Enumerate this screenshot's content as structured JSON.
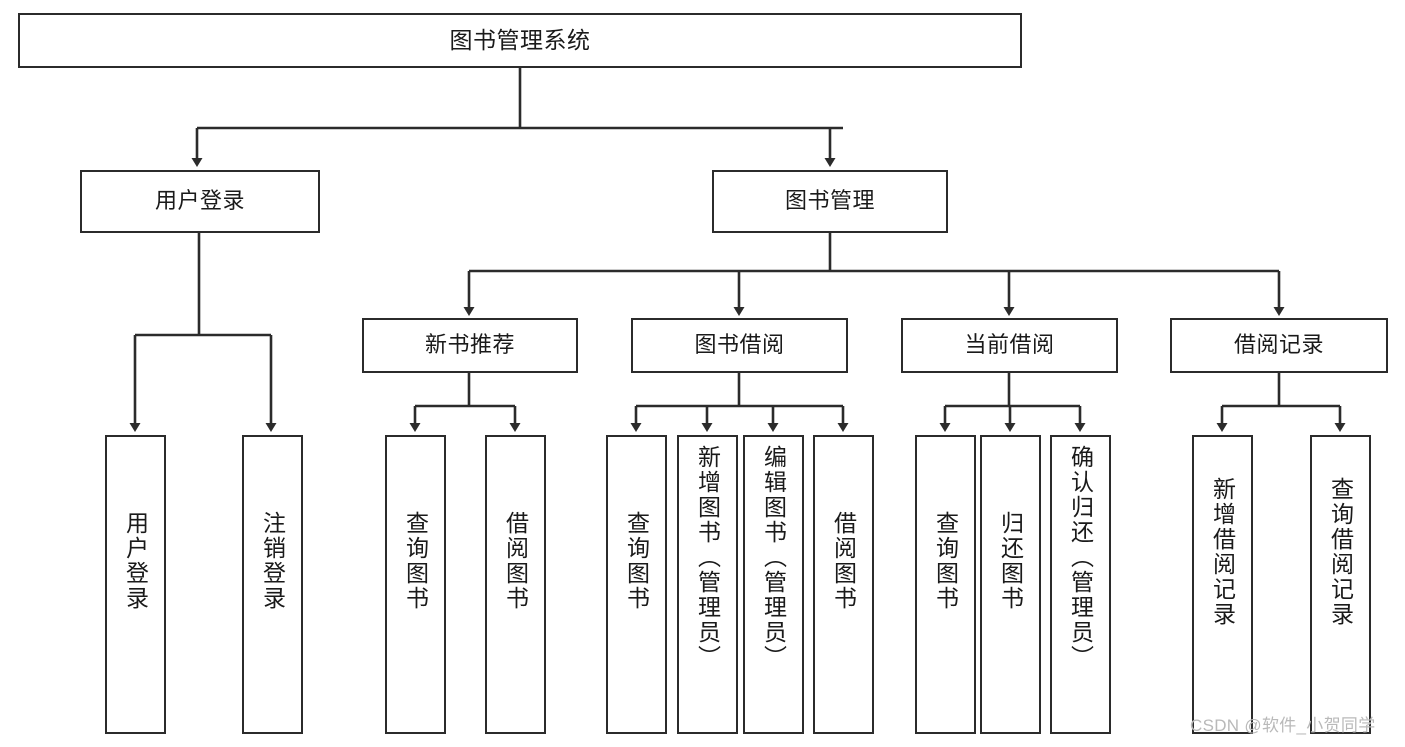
{
  "diagram": {
    "title": "图书管理系统",
    "type": "tree-hierarchy-diagram",
    "colors": {
      "stroke": "#2b2b2b",
      "fill": "#ffffff",
      "text": "#1a1a1a",
      "watermark": "#b9b9b9"
    },
    "root": {
      "label": "图书管理系统"
    },
    "level1": [
      {
        "label": "用户登录"
      },
      {
        "label": "图书管理"
      }
    ],
    "level2": [
      {
        "label": "新书推荐"
      },
      {
        "label": "图书借阅"
      },
      {
        "label": "当前借阅"
      },
      {
        "label": "借阅记录"
      }
    ],
    "leaves": {
      "user_login": [
        {
          "label": "用户登录"
        },
        {
          "label": "注销登录"
        }
      ],
      "new_book_recommend": [
        {
          "label": "查询图书"
        },
        {
          "label": "借阅图书"
        }
      ],
      "book_borrow": [
        {
          "label": "查询图书"
        },
        {
          "label": "新增图书（管理员）"
        },
        {
          "label": "编辑图书（管理员）"
        },
        {
          "label": "借阅图书"
        }
      ],
      "current_borrow": [
        {
          "label": "查询图书"
        },
        {
          "label": "归还图书"
        },
        {
          "label": "确认归还（管理员）"
        }
      ],
      "borrow_records": [
        {
          "label": "新增借阅记录"
        },
        {
          "label": "查询借阅记录"
        }
      ]
    }
  },
  "watermark": {
    "text": "CSDN @软件_小贺同学"
  }
}
